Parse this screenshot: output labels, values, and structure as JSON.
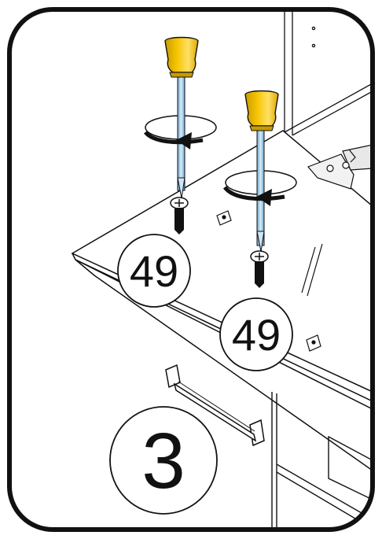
{
  "step": {
    "number": "3"
  },
  "part_callouts": [
    {
      "label": "49"
    },
    {
      "label": "49"
    }
  ],
  "colors": {
    "frame": "#111111",
    "background": "#ffffff",
    "screwdriver_handle": "#f5c400",
    "screwdriver_handle_shade": "#c99a00",
    "shaft": "#9ec9ea",
    "line": "#111111"
  },
  "icons": [
    "screwdriver-icon",
    "rotation-arrow-icon",
    "screw-icon",
    "hinge-icon",
    "handle-bar-icon",
    "glass-glare-icon"
  ]
}
